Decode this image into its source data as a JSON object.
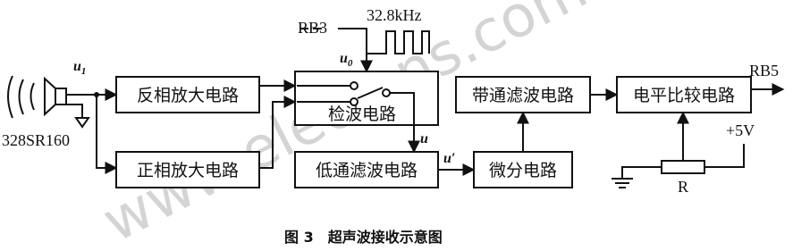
{
  "diagram": {
    "watermark": "www.elecfans.com",
    "sensor_label": "328SR160",
    "input_label": "u",
    "input_sub": "1",
    "blocks": {
      "inverting_amp": "反相放大电路",
      "noninverting_amp": "正相放大电路",
      "detector": "检波电路",
      "lowpass": "低通滤波电路",
      "bandpass": "带通滤波电路",
      "differentiator": "微分电路",
      "comparator": "电平比较电路"
    },
    "signals": {
      "rb3": "RB3",
      "freq": "32.8kHz",
      "u0": "u",
      "u0_sub": "0",
      "u": "u",
      "u_prime": "u′",
      "rb5": "RB5",
      "vcc": "+5V",
      "resistor": "R"
    },
    "caption": "图 3　超声波接收示意图"
  }
}
